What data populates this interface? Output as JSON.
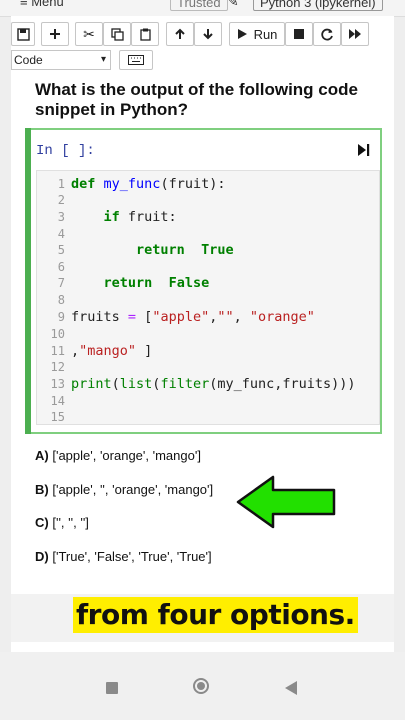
{
  "menubar": {
    "menu_label": "Menu",
    "trusted_label": "Trusted",
    "kernel_label": "Python 3 (ipykernel)"
  },
  "toolbar": {
    "run_label": "Run",
    "cell_type": "Code"
  },
  "question": "What is the output of the following code snippet in Python?",
  "cell": {
    "prompt": "In [ ]:",
    "line_numbers": [
      "1",
      "2",
      "3",
      "4",
      "5",
      "6",
      "7",
      "8",
      "9",
      "10",
      "11",
      "12",
      "13",
      "14",
      "15"
    ]
  },
  "code_text": {
    "l1_def": "def",
    "l1_name": "my_func",
    "l1_rest": "(fruit):",
    "l3_if": "if",
    "l3_rest": " fruit:",
    "l5_return": "return",
    "l5_val": "True",
    "l7_return": "return",
    "l7_val": "False",
    "l9_var": "fruits ",
    "l9_eq": "=",
    "l9_open": " [",
    "l9_s1": "\"apple\"",
    "l9_comma1": ",",
    "l9_s2": "\"\"",
    "l9_comma2": ", ",
    "l9_s3": "\"orange\"",
    "l11_comma": ",",
    "l11_s4": "\"mango\"",
    "l11_close": " ]",
    "l13_print": "print",
    "l13_p1": "(",
    "l13_list": "list",
    "l13_p2": "(",
    "l13_filter": "filter",
    "l13_args": "(my_func,fruits)))"
  },
  "options": [
    {
      "letter": "A)",
      "text": "['apple', 'orange', 'mango']"
    },
    {
      "letter": "B)",
      "text": "['apple', '', 'orange', 'mango']"
    },
    {
      "letter": "C)",
      "text": "['', '', '']"
    },
    {
      "letter": "D)",
      "text": "['True', 'False', 'True', 'True']"
    }
  ],
  "caption": "from four options.",
  "colors": {
    "accent_green": "#22e000",
    "cell_border": "#7fcf7f",
    "caption_bg": "#ffee00"
  },
  "icons": [
    "save-icon",
    "plus-icon",
    "scissors-icon",
    "copy-icon",
    "paste-icon",
    "arrow-up-icon",
    "arrow-down-icon",
    "play-icon",
    "stop-icon",
    "restart-icon",
    "fast-forward-icon",
    "keyboard-icon",
    "chevron-down-icon",
    "pencil-icon",
    "run-cell-icon",
    "green-arrow-icon"
  ]
}
